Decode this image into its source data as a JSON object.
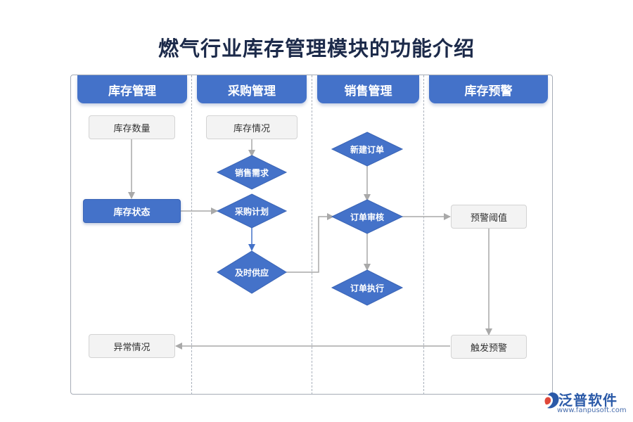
{
  "title": "燃气行业库存管理模块的功能介绍",
  "lanes": [
    {
      "label": "库存管理"
    },
    {
      "label": "采购管理"
    },
    {
      "label": "销售管理"
    },
    {
      "label": "库存预警"
    }
  ],
  "nodes": {
    "inventory_qty": "库存数量",
    "inventory_status": "库存状态",
    "exception": "异常情况",
    "inventory_situation": "库存情况",
    "sales_demand": "销售需求",
    "purchase_plan": "采购计划",
    "timely_supply": "及时供应",
    "new_order": "新建订单",
    "order_review": "订单审核",
    "order_exec": "订单执行",
    "warn_threshold": "预警阈值",
    "trigger_warn": "触发预警"
  },
  "colors": {
    "accent": "#4472c9",
    "line": "#a9a9a9",
    "box_bg": "#f3f3f3"
  },
  "logo": {
    "name": "泛普软件",
    "url": "www.fanpusoft.com"
  }
}
